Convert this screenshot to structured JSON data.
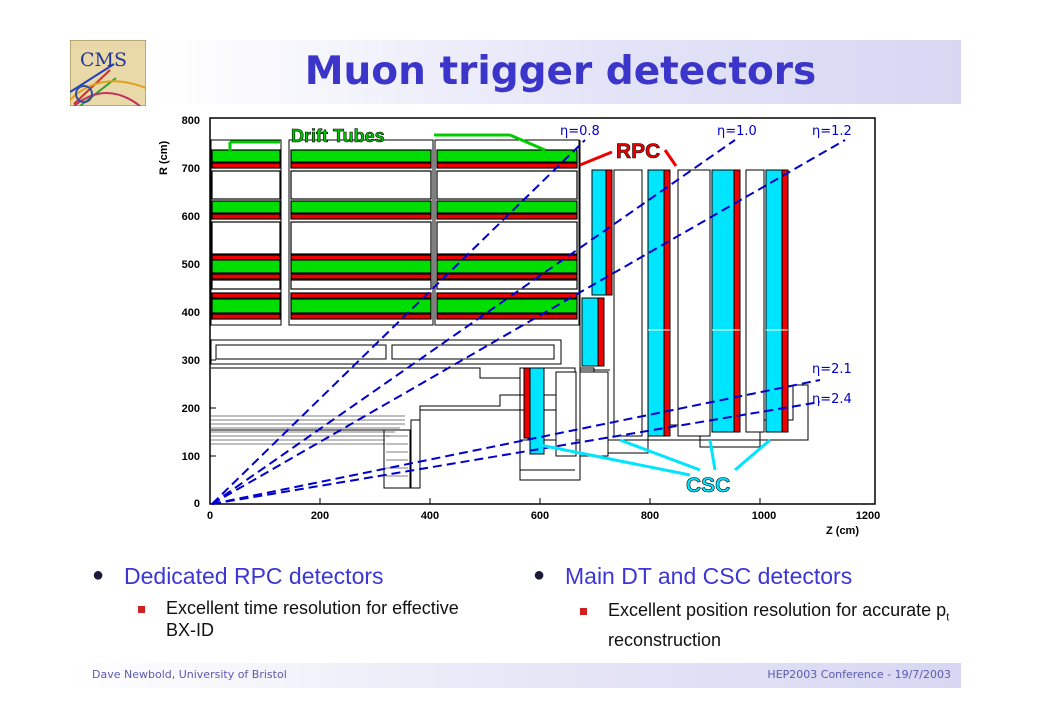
{
  "slide": {
    "title": "Muon trigger detectors"
  },
  "logo": {
    "text": "CMS"
  },
  "diagram": {
    "y_axis_label": "R (cm)",
    "x_axis_label": "Z (cm)",
    "y_ticks": [
      "0",
      "100",
      "200",
      "300",
      "400",
      "500",
      "600",
      "700",
      "800"
    ],
    "x_ticks": [
      "0",
      "200",
      "400",
      "600",
      "800",
      "1000",
      "1200"
    ],
    "labels": {
      "drift_tubes": "Drift Tubes",
      "rpc": "RPC",
      "csc": "CSC"
    },
    "eta_lines": [
      {
        "label": "η=0.8",
        "value": 0.8
      },
      {
        "label": "η=1.0",
        "value": 1.0
      },
      {
        "label": "η=1.2",
        "value": 1.2
      },
      {
        "label": "η=2.1",
        "value": 2.1
      },
      {
        "label": "η=2.4",
        "value": 2.4
      }
    ],
    "colors": {
      "dt": "#00dd00",
      "rpc": "#ee0000",
      "csc": "#00e5ff",
      "eta": "#0000cc",
      "label": "#00cc00"
    }
  },
  "bullets": {
    "left": {
      "heading": "Dedicated RPC detectors",
      "sub": "Excellent time resolution for effective BX-ID"
    },
    "right": {
      "heading": "Main DT and CSC detectors",
      "sub_pre": "Excellent position resolution for accurate p",
      "sub_subscript": "t",
      "sub_post": " reconstruction"
    }
  },
  "footer": {
    "left": "Dave Newbold, University of Bristol",
    "right": "HEP2003 Conference - 19/7/2003"
  }
}
